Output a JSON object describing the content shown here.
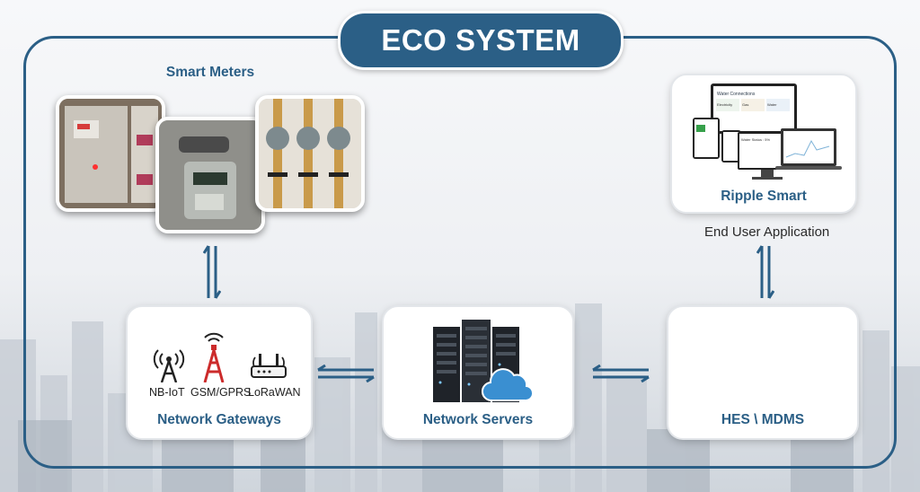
{
  "title": "ECO SYSTEM",
  "nodes": {
    "smart_meters": {
      "label": "Smart Meters"
    },
    "ripple_smart": {
      "label": "Ripple Smart",
      "caption": "End User Application"
    },
    "network_gateways": {
      "label": "Network Gateways",
      "protocols": [
        "NB-IoT",
        "GSM/GPRS",
        "LoRaWAN"
      ]
    },
    "network_servers": {
      "label": "Network Servers"
    },
    "hes_mdms": {
      "label": "HES \\ MDMS"
    }
  },
  "screen_texts": {
    "heading": "Water Connections",
    "tiles": [
      "Electricity",
      "Gas",
      "Water"
    ],
    "status": "Water Status : 5%"
  },
  "colors": {
    "brand": "#2b5f86",
    "frame": "#2b5f86",
    "text_dark": "#2a2a2a"
  },
  "icons": [
    "antenna-tower-icon",
    "cell-tower-icon",
    "lora-router-icon",
    "server-rack-icon",
    "cloud-icon",
    "database-icon"
  ]
}
